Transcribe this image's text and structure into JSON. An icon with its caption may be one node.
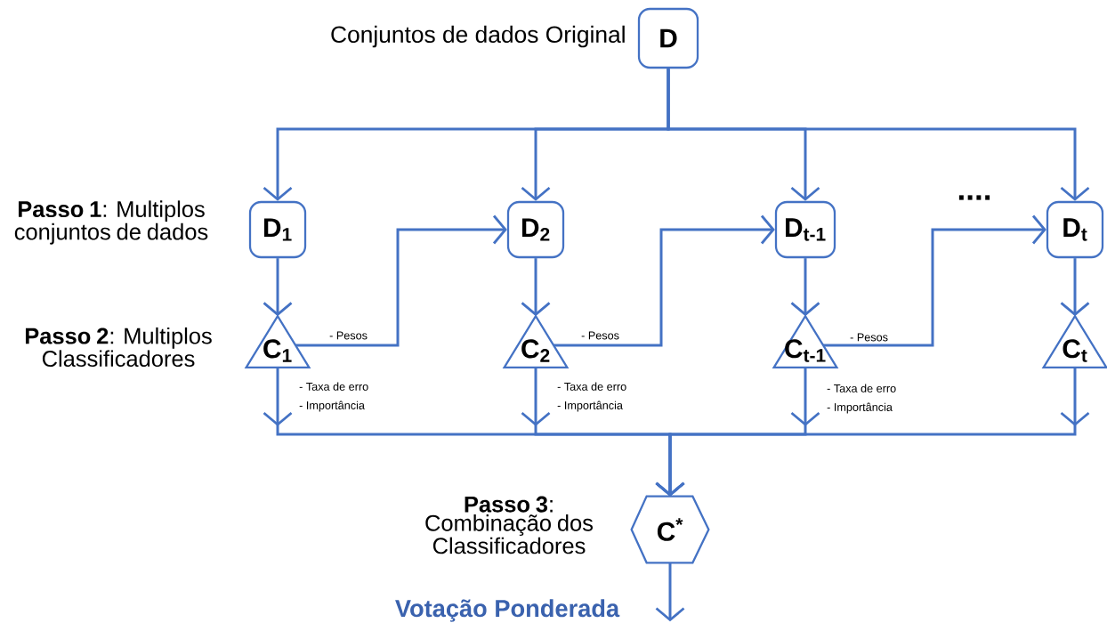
{
  "diagram": {
    "nodes": [
      {
        "text": [
          "D"
        ],
        "beside": [
          "Conjuntos de dados Original"
        ]
      },
      {
        "text": [
          "D$_{1}$"
        ]
      },
      {
        "text": [
          "D$_{2}$"
        ]
      },
      {
        "text": [
          "D$_{t-1}$"
        ]
      },
      {
        "text": [
          "D$_{t}$"
        ]
      },
      {
        "text": [
          "C$_{1}$"
        ]
      },
      {
        "text": [
          "C$_{2}$"
        ]
      },
      {
        "text": [
          "C$_{t-1}$"
        ]
      },
      {
        "text": [
          "C$_{t}$"
        ]
      },
      {
        "text": [
          "C$^{*}$"
        ]
      }
    ],
    "edges": [
      {
        "from": 0,
        "to": 1,
        "arrow": "to"
      },
      {
        "from": 0,
        "to": 2,
        "arrow": "to"
      },
      {
        "from": 0,
        "to": 3,
        "arrow": "to"
      },
      {
        "from": 0,
        "to": 4,
        "arrow": "to"
      },
      {
        "from": 1,
        "to": 5,
        "arrow": "to"
      },
      {
        "from": 2,
        "to": 6,
        "arrow": "to"
      },
      {
        "from": 3,
        "to": 7,
        "arrow": "to"
      },
      {
        "from": 4,
        "to": 8,
        "arrow": "to"
      },
      {
        "from": 5,
        "to": 2,
        "arrow": "to",
        "label": "- Pesos"
      },
      {
        "from": 6,
        "to": 3,
        "arrow": "to",
        "label": "- Pesos"
      },
      {
        "from": 7,
        "to": 4,
        "arrow": "to",
        "label": "- Pesos"
      },
      {
        "from": 5,
        "to": 9,
        "arrow": "to",
        "label": "- Taxa de erro - Importância"
      },
      {
        "from": 6,
        "to": 9,
        "arrow": "to",
        "label": "- Taxa de erro - Importância"
      },
      {
        "from": 7,
        "to": 9,
        "arrow": "to",
        "label": "- Taxa de erro - Importância"
      },
      {
        "from": 8,
        "to": 9,
        "arrow": "to"
      },
      {
        "from": 9,
        "to": null,
        "arrow": "to",
        "label": "Votação Ponderada"
      }
    ],
    "labels": [
      "**Passo 1**: Multiplos conjuntos de dados",
      "**Passo 2**: Multiplos Classificadores",
      "....",
      "**Passo 3**: Combinação dos Classificadores"
    ]
  }
}
